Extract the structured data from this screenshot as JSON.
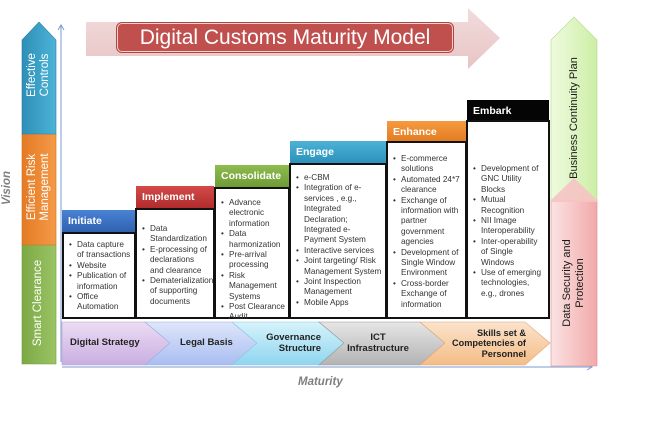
{
  "title": "Digital Customs Maturity Model",
  "axes": {
    "vertical_label": "Vision",
    "horizontal_label": "Maturity"
  },
  "vision_pillars": [
    {
      "label": "Smart Clearance",
      "color": "#8cb653"
    },
    {
      "label": "Efficient Risk Management",
      "line1": "Efficient Risk",
      "line2": "Management",
      "color": "#ef8a35"
    },
    {
      "label": "Effective Controls",
      "line1": "Effective",
      "line2": "Controls",
      "color": "#3fa3c8"
    }
  ],
  "right_pillars": [
    {
      "label": "Business Continuity Plan",
      "color": "#d9f5b8"
    },
    {
      "label": "Data Security and Protection",
      "line1": "Data Security and",
      "line2": "Protection",
      "color": "#f6c3c3"
    }
  ],
  "stages": [
    {
      "name": "Initiate",
      "color": "#3d74c6",
      "items": [
        "Data capture of transactions",
        "Website",
        "Publication of information",
        "Office Automation"
      ]
    },
    {
      "name": "Implement",
      "color": "#c0393a",
      "items": [
        "Data Standardization",
        "E-processing of declarations and clearance",
        "Dematerialization of supporting documents"
      ]
    },
    {
      "name": "Consolidate",
      "color": "#7fac41",
      "items": [
        "Advance electronic information",
        "Data harmonization",
        "Pre-arrival processing",
        "Risk Management Systems",
        "Post Clearance Audit"
      ]
    },
    {
      "name": "Engage",
      "color": "#3aa2c9",
      "items": [
        "e-CBM",
        "Integration of e-services , e.g., Integrated Declaration; Integrated e-Payment System",
        "Interactive services",
        "Joint targeting/ Risk Management System",
        "Joint Inspection Management",
        "Mobile Apps"
      ]
    },
    {
      "name": "Enhance",
      "color": "#ee8a2e",
      "items": [
        "E-commerce solutions",
        "Automated 24*7 clearance",
        "Exchange of information with partner government agencies",
        "Development of Single Window Environment",
        "Cross-border Exchange of information"
      ]
    },
    {
      "name": "Embark",
      "color": "#050505",
      "items": [
        "Development of GNC Utility Blocks",
        "Mutual Recognition",
        "NII Image Interoperability",
        "Inter-operability of Single Windows",
        "Use of emerging technologies, e.g., drones"
      ]
    }
  ],
  "foundations": [
    {
      "label": "Digital Strategy",
      "line1": "Digital Strategy",
      "line2": "",
      "line3": "",
      "color_from": "#ecdcf3",
      "color_to": "#c9aee2"
    },
    {
      "label": "Legal Basis",
      "line1": "Legal Basis",
      "line2": "",
      "line3": "",
      "color_from": "#dfe6fb",
      "color_to": "#a9bdf0"
    },
    {
      "label": "Governance Structure",
      "line1": "Governance",
      "line2": "Structure",
      "line3": "",
      "color_from": "#d6f3fb",
      "color_to": "#8fd5ef"
    },
    {
      "label": "ICT Infrastructure",
      "line1": "ICT",
      "line2": "Infrastructure",
      "line3": "",
      "color_from": "#e6e6e6",
      "color_to": "#b3b3b3"
    },
    {
      "label": "Skills set & Competencies of Personnel",
      "line1": "Skills set &",
      "line2": "Competencies of",
      "line3": "Personnel",
      "color_from": "#fbe3cc",
      "color_to": "#f4bd86"
    }
  ]
}
